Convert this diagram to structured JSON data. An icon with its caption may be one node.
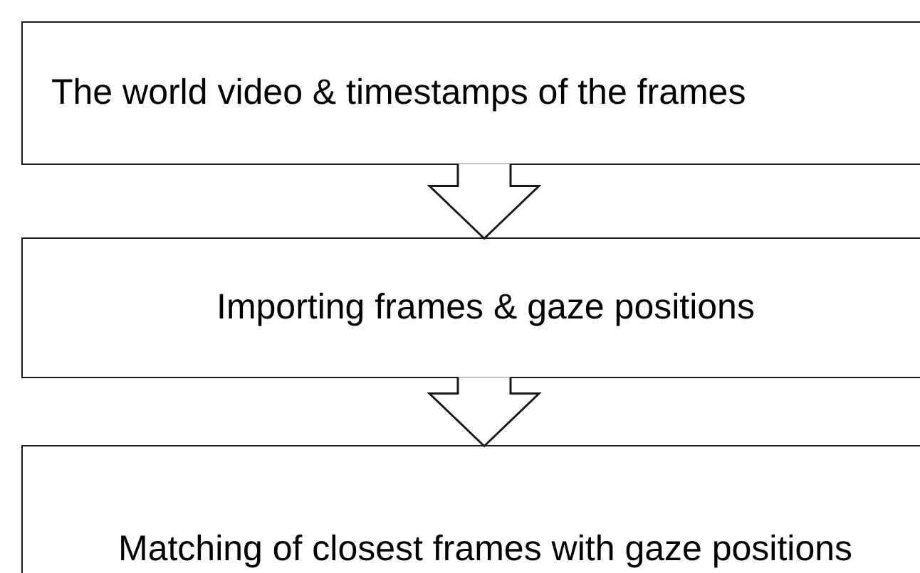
{
  "diagram": {
    "nodes": [
      {
        "text": [
          "The world video & timestamps of the frames"
        ]
      },
      {
        "text": [
          "Importing frames & gaze positions"
        ]
      },
      {
        "text": [
          "Matching of closest frames with gaze positions"
        ]
      }
    ],
    "edges": [
      {
        "from": 0,
        "to": 1,
        "arrow": "to"
      },
      {
        "from": 1,
        "to": 2,
        "arrow": "to"
      }
    ]
  }
}
